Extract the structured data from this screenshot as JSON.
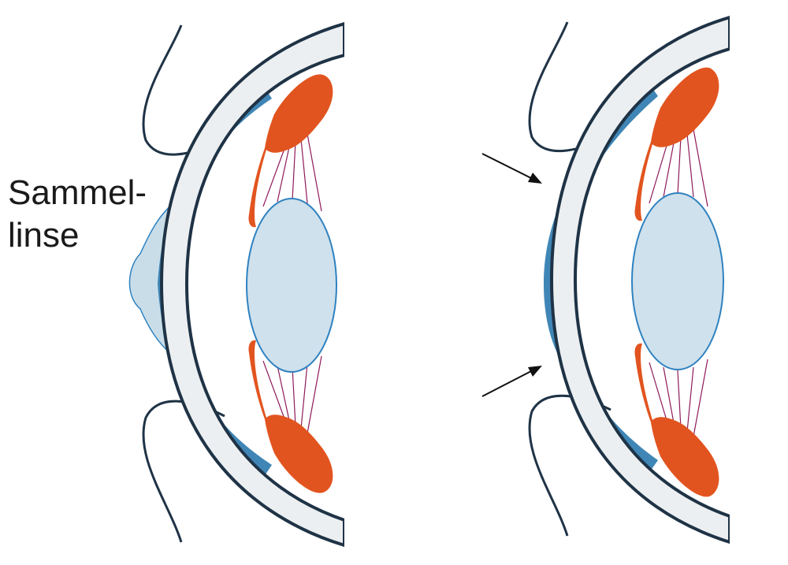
{
  "label": {
    "line1": "Sammel-",
    "line2": "linse"
  },
  "colors": {
    "outline": "#1f3346",
    "sclera": "#eceff1",
    "cornea_tissue": "#3f86b6",
    "contact_lens": "#c9dde9",
    "lens_fill": "#cfe1ec",
    "lens_stroke": "#2f82c0",
    "ciliary_muscle": "#e2541f",
    "zonule_fibers": "#8e1a5a",
    "arrow": "#111111"
  },
  "icons": {
    "left_panel": "eye-with-contact-lens-diagram",
    "right_panel": "eye-with-reshaped-cornea-diagram",
    "pressure_arrows": "arrow-icon"
  }
}
